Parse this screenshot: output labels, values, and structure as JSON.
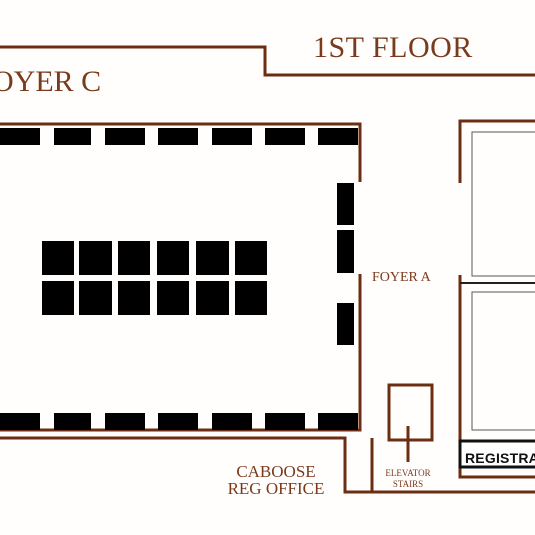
{
  "labels": {
    "floor": "1ST FLOOR",
    "foyer_c": "OYER C",
    "foyer_a": "FOYER A",
    "caboose_line1": "CABOOSE",
    "caboose_line2": "REG OFFICE",
    "elevator": "ELEVATOR",
    "stairs": "STAIRS",
    "registration": "REGISTRA"
  },
  "colors": {
    "wall": "#6b2e12",
    "label": "#7a3a1c",
    "furniture": "#000000",
    "background": "#fffefc"
  }
}
